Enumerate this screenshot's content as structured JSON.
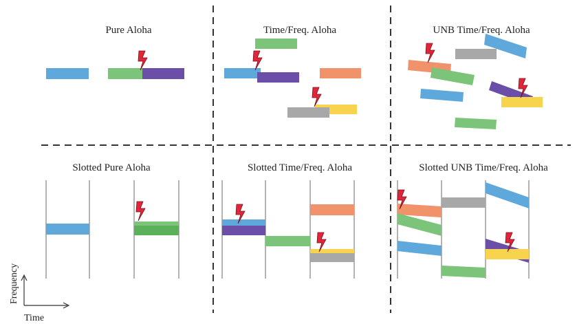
{
  "colors": {
    "blue": "#5fa8dc",
    "green": "#7cc47a",
    "purple": "#6a4ea8",
    "orange": "#f0926a",
    "gray": "#a8a8a8",
    "yellow": "#f7d34e",
    "slot_line": "#9a9a9a",
    "divider": "#333333",
    "collision": "#e0263a"
  },
  "panels": {
    "pure_aloha": {
      "title": "Pure Aloha"
    },
    "time_freq_aloha": {
      "title": "Time/Freq. Aloha"
    },
    "unb_time_freq_aloha": {
      "title": "UNB Time/Freq. Aloha"
    },
    "slotted_pure_aloha": {
      "title": "Slotted Pure Aloha"
    },
    "slotted_time_freq_aloha": {
      "title": "Slotted Time/Freq. Aloha"
    },
    "slotted_unb_time_freq_aloha": {
      "title": "Slotted UNB Time/Freq. Aloha"
    }
  },
  "axes": {
    "y_label": "Frequency",
    "x_label": "Time"
  },
  "icons": {
    "collision": "lightning-bolt-icon"
  }
}
